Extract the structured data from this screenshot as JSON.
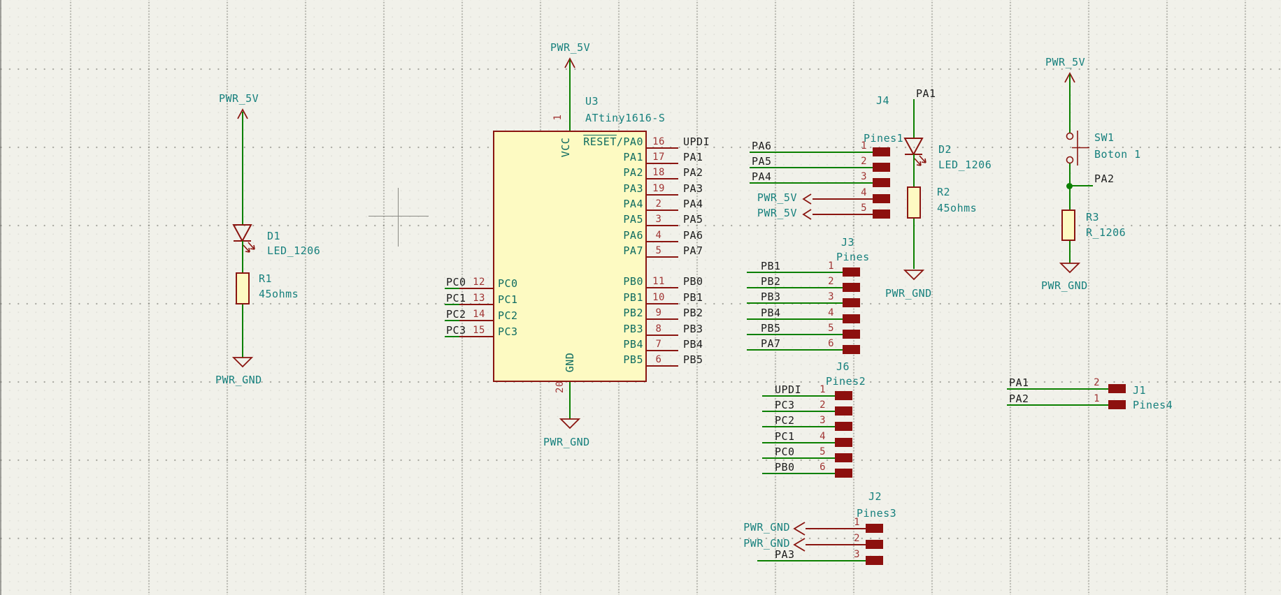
{
  "colors": {
    "background": "#F1F1EA",
    "symbol_outline": "#8A1510",
    "symbol_fill": "#FDFAC2",
    "wire": "#0B8000",
    "pad": "#8D100E",
    "pin_number": "#A03433",
    "pin_name": "#0E6B60",
    "field_text": "#17807D",
    "net_label": "#1C1C1C",
    "junction": "#0B8000",
    "crosshair": "#8A8A84"
  },
  "left_led": {
    "power_top": "PWR_5V",
    "ref": "D1",
    "value": "LED_1206",
    "res_ref": "R1",
    "res_value": "45ohms",
    "power_bottom": "PWR_GND"
  },
  "mcu": {
    "ref": "U3",
    "value": "ATtiny1616-S",
    "power_top": "PWR_5V",
    "power_bottom": "PWR_GND",
    "top_pin_number": "1",
    "vcc_name": "VCC",
    "bottom_pin_number": "20",
    "gnd_name": "GND",
    "reset_pin": {
      "number": "16",
      "name_overline": "RESET",
      "name_rest": "/PA0",
      "label": "UPDI"
    },
    "right_top_pins": [
      {
        "number": "17",
        "name": "PA1",
        "label": "PA1"
      },
      {
        "number": "18",
        "name": "PA2",
        "label": "PA2"
      },
      {
        "number": "19",
        "name": "PA3",
        "label": "PA3"
      },
      {
        "number": "2",
        "name": "PA4",
        "label": "PA4"
      },
      {
        "number": "3",
        "name": "PA5",
        "label": "PA5"
      },
      {
        "number": "4",
        "name": "PA6",
        "label": "PA6"
      },
      {
        "number": "5",
        "name": "PA7",
        "label": "PA7"
      }
    ],
    "right_bottom_pins": [
      {
        "number": "11",
        "name": "PB0",
        "label": "PB0"
      },
      {
        "number": "10",
        "name": "PB1",
        "label": "PB1"
      },
      {
        "number": "9",
        "name": "PB2",
        "label": "PB2"
      },
      {
        "number": "8",
        "name": "PB3",
        "label": "PB3"
      },
      {
        "number": "7",
        "name": "PB4",
        "label": "PB4"
      },
      {
        "number": "6",
        "name": "PB5",
        "label": "PB5"
      }
    ],
    "left_pins": [
      {
        "number": "12",
        "name": "PC0",
        "label": "PC0"
      },
      {
        "number": "13",
        "name": "PC1",
        "label": "PC1"
      },
      {
        "number": "14",
        "name": "PC2",
        "label": "PC2"
      },
      {
        "number": "15",
        "name": "PC3",
        "label": "PC3"
      }
    ]
  },
  "j4": {
    "ref": "J4",
    "value": "Pines1",
    "net_pins": [
      {
        "number": "1",
        "label": "PA6"
      },
      {
        "number": "2",
        "label": "PA5"
      },
      {
        "number": "3",
        "label": "PA4"
      }
    ],
    "power_pins": [
      {
        "number": "4",
        "label": "PWR_5V"
      },
      {
        "number": "5",
        "label": "PWR_5V"
      }
    ]
  },
  "led2": {
    "top_label": "PA1",
    "ref": "D2",
    "value": "LED_1206",
    "res_ref": "R2",
    "res_value": "45ohms",
    "power_bottom": "PWR_GND"
  },
  "j3": {
    "ref": "J3",
    "value": "Pines",
    "pins": [
      {
        "number": "1",
        "label": "PB1"
      },
      {
        "number": "2",
        "label": "PB2"
      },
      {
        "number": "3",
        "label": "PB3"
      },
      {
        "number": "4",
        "label": "PB4"
      },
      {
        "number": "5",
        "label": "PB5"
      },
      {
        "number": "6",
        "label": "PA7"
      }
    ]
  },
  "j6": {
    "ref": "J6",
    "value": "Pines2",
    "pins": [
      {
        "number": "1",
        "label": "UPDI"
      },
      {
        "number": "2",
        "label": "PC3"
      },
      {
        "number": "3",
        "label": "PC2"
      },
      {
        "number": "4",
        "label": "PC1"
      },
      {
        "number": "5",
        "label": "PC0"
      },
      {
        "number": "6",
        "label": "PB0"
      }
    ]
  },
  "j2": {
    "ref": "J2",
    "value": "Pines3",
    "power_pins": [
      {
        "number": "1",
        "label": "PWR_GND"
      },
      {
        "number": "2",
        "label": "PWR_GND"
      }
    ],
    "net_pin": {
      "number": "3",
      "label": "PA3"
    }
  },
  "j1": {
    "ref": "J1",
    "value": "Pines4",
    "pins": [
      {
        "number": "2",
        "label": "PA1"
      },
      {
        "number": "1",
        "label": "PA2"
      }
    ]
  },
  "sw": {
    "power_top": "PWR_5V",
    "ref": "SW1",
    "value": "Boton 1",
    "net_label": "PA2",
    "res_ref": "R3",
    "res_value": "R_1206",
    "power_bottom": "PWR_GND"
  }
}
